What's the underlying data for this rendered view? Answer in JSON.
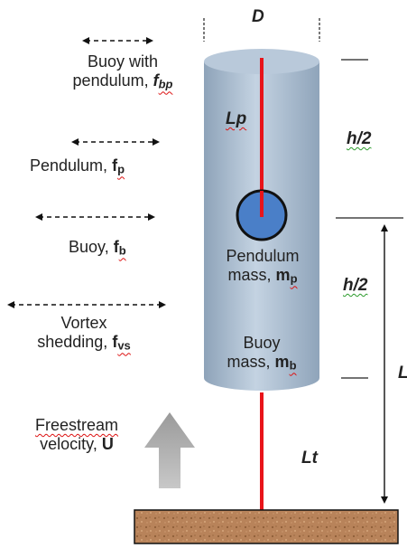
{
  "diameter_label": "D",
  "pendulum_length_label": "Lp",
  "half_height_top": "h/2",
  "half_height_bottom": "h/2",
  "total_length_label": "L",
  "tether_length_label": "Lt",
  "frequencies": {
    "buoy_with_pendulum": {
      "line1": "Buoy with",
      "line2": "pendulum,",
      "symbol": "f",
      "sub": "bp"
    },
    "pendulum": {
      "text": "Pendulum,",
      "symbol": "f",
      "sub": "p"
    },
    "buoy": {
      "text": "Buoy,",
      "symbol": "f",
      "sub": "b"
    },
    "vortex": {
      "line1": "Vortex",
      "line2": "shedding,",
      "symbol": "f",
      "sub": "vs"
    }
  },
  "pendulum_mass": {
    "line1": "Pendulum",
    "line2": "mass,",
    "symbol": "m",
    "sub": "p"
  },
  "buoy_mass": {
    "line1": "Buoy",
    "line2": "mass,",
    "symbol": "m",
    "sub": "b"
  },
  "freestream": {
    "line1": "Freestream",
    "line2": "velocity,",
    "symbol": "U"
  },
  "colors": {
    "cylinder": "#a9bcd0",
    "pendulum_rod": "#e8141a",
    "pendulum_mass": "#4a7fc8",
    "seabed": "#b8835a",
    "flow_arrow": "#aaaaaa"
  }
}
